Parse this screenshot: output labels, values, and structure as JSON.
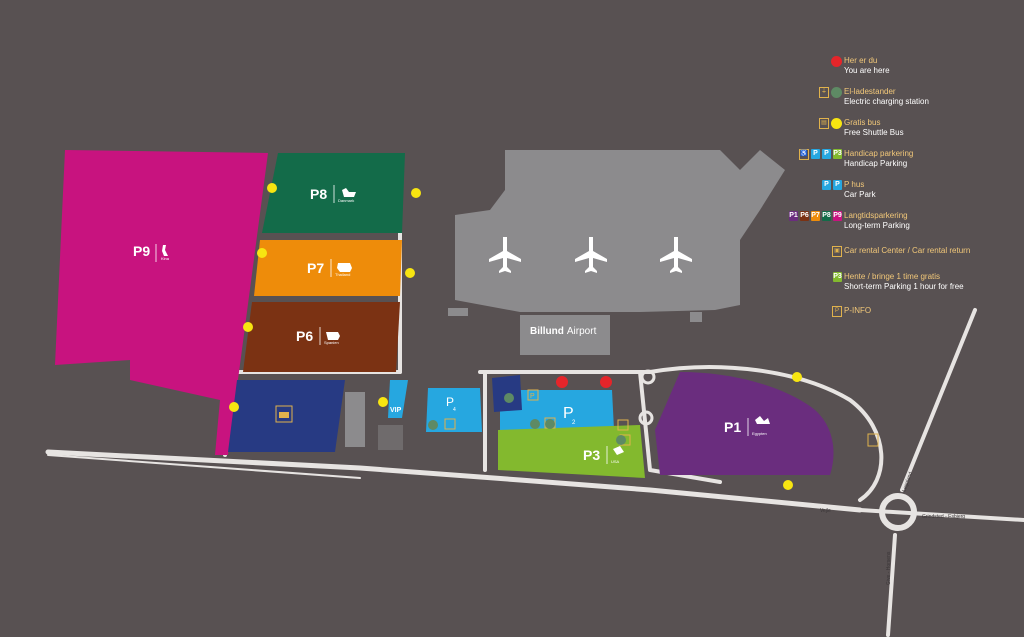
{
  "colors": {
    "background": "#585152",
    "road": "#e7e4e2",
    "terminal": "#8c8b8d",
    "p1": "#6a2d7e",
    "p2": "#26a7e0",
    "p3": "#83b92e",
    "p4": "#26a7e0",
    "p6": "#7b3213",
    "p7": "#ee8c0a",
    "p8": "#136b49",
    "p9": "#c8137f",
    "rental": "#273a83",
    "you_are_here": "#e5252a",
    "charging": "#5e8a64",
    "shuttle": "#f7e511"
  },
  "map": {
    "lots": [
      {
        "code": "P9",
        "country": "Kina"
      },
      {
        "code": "P8",
        "country": "Danmark"
      },
      {
        "code": "P7",
        "country": "Thailand"
      },
      {
        "code": "P6",
        "country": "Spanien"
      },
      {
        "code": "P3",
        "country": "USA"
      },
      {
        "code": "P1",
        "country": "Egypten"
      }
    ],
    "car_park_2_label": "P",
    "car_park_2_sub": "2",
    "car_park_4_label": "P",
    "car_park_4_sub": "4",
    "vip_label": "VIP",
    "airport_name_bold": "Billund",
    "airport_name_rest": "Airport",
    "roads": {
      "vejle": "Vejle",
      "grindsted": "Grindsted - Esbjerg",
      "give": "Give - Horsens",
      "lego": "Legoland"
    }
  },
  "legend": [
    {
      "id": "here",
      "da": "Her er du",
      "en": "You are here",
      "icons": [
        "red-dot"
      ]
    },
    {
      "id": "charging",
      "da": "El-ladestander",
      "en": "Electric charging station",
      "icons": [
        "plug-icon",
        "green-dot"
      ]
    },
    {
      "id": "shuttle",
      "da": "Gratis bus",
      "en": "Free Shuttle Bus",
      "icons": [
        "bus-icon",
        "yellow-dot"
      ]
    },
    {
      "id": "handicap",
      "da": "Handicap parkering",
      "en": "Handicap Parking",
      "icons": [
        "wheelchair",
        "P2",
        "P4",
        "P3"
      ]
    },
    {
      "id": "phus",
      "da": "P hus",
      "en": "Car Park",
      "icons": [
        "P2",
        "P4"
      ]
    },
    {
      "id": "longterm",
      "da": "Langtidsparkering",
      "en": "Long-term Parking",
      "icons": [
        "P1",
        "P6",
        "P7",
        "P8",
        "P9"
      ]
    },
    {
      "id": "rental",
      "da": "Car rental Center / Car rental return",
      "en": "",
      "icons": [
        "car-icon"
      ]
    },
    {
      "id": "shortterm",
      "da": "Hente / bringe 1 time gratis",
      "en": "Short-term Parking 1 hour for free",
      "icons": [
        "P3"
      ]
    },
    {
      "id": "pinfo",
      "da": "P-INFO",
      "en": "",
      "icons": [
        "info-icon"
      ]
    }
  ],
  "legend_icon_labels": {
    "P1": "P1",
    "P2": "P",
    "P3": "P3",
    "P4": "P",
    "P6": "P6",
    "P7": "P7",
    "P8": "P8",
    "P9": "P9"
  }
}
